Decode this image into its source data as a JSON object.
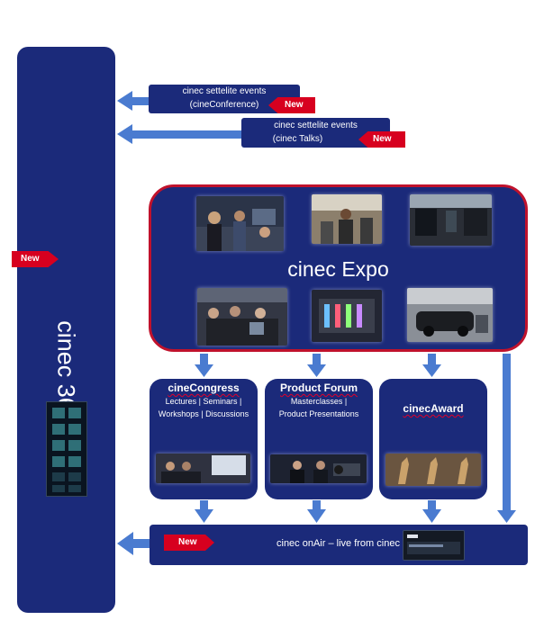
{
  "colors": {
    "navy": "#1b2a7a",
    "red": "#d7001f",
    "arrow": "#4a7bd0",
    "frame": "#c0122c"
  },
  "left_panel": {
    "title": "cinec 365",
    "badge": "New"
  },
  "satellite_conference": {
    "line1": "cinec settelite events",
    "line2": "(cineConference)",
    "badge": "New"
  },
  "satellite_talks": {
    "line1": "cinec settelite events",
    "line2": "(cinec Talks)",
    "badge": "New"
  },
  "expo": {
    "title": "cinec Expo"
  },
  "congress": {
    "title": "cineCongress",
    "line1": "Lectures | Seminars |",
    "line2": "Workshops | Discussions"
  },
  "forum": {
    "title": "Product Forum",
    "line1": "Masterclasses |",
    "line2": "Product Presentations"
  },
  "award": {
    "title": "cinecAward"
  },
  "onair": {
    "text": "cinec onAir – live from cinec",
    "badge": "New"
  }
}
